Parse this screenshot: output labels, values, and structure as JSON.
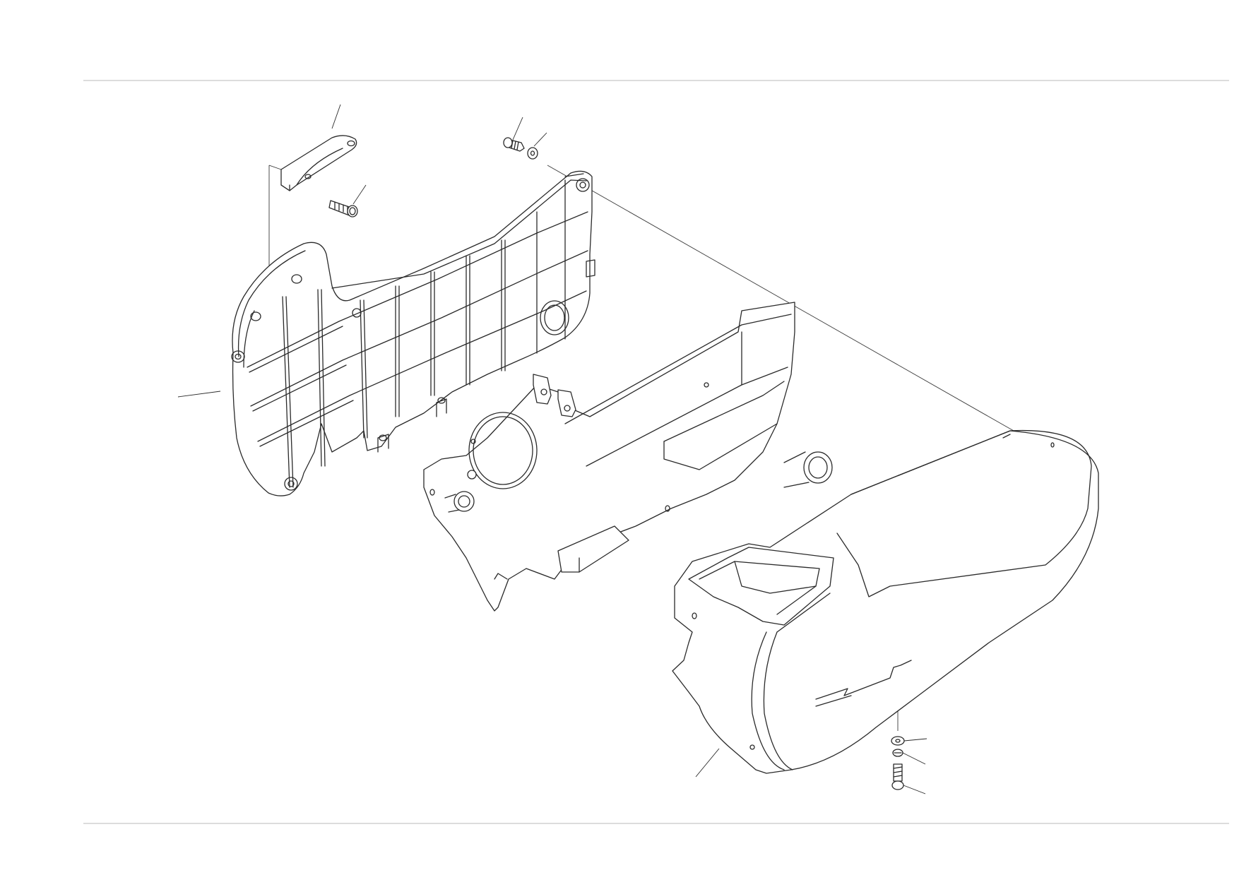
{
  "diagram": {
    "callouts": [],
    "parts": [
      "bracket-clip",
      "hex-bolt",
      "bolt",
      "washer",
      "glovebox-panel",
      "duct-bracket",
      "console-housing",
      "flat-washer",
      "spring-washer",
      "screw"
    ]
  }
}
